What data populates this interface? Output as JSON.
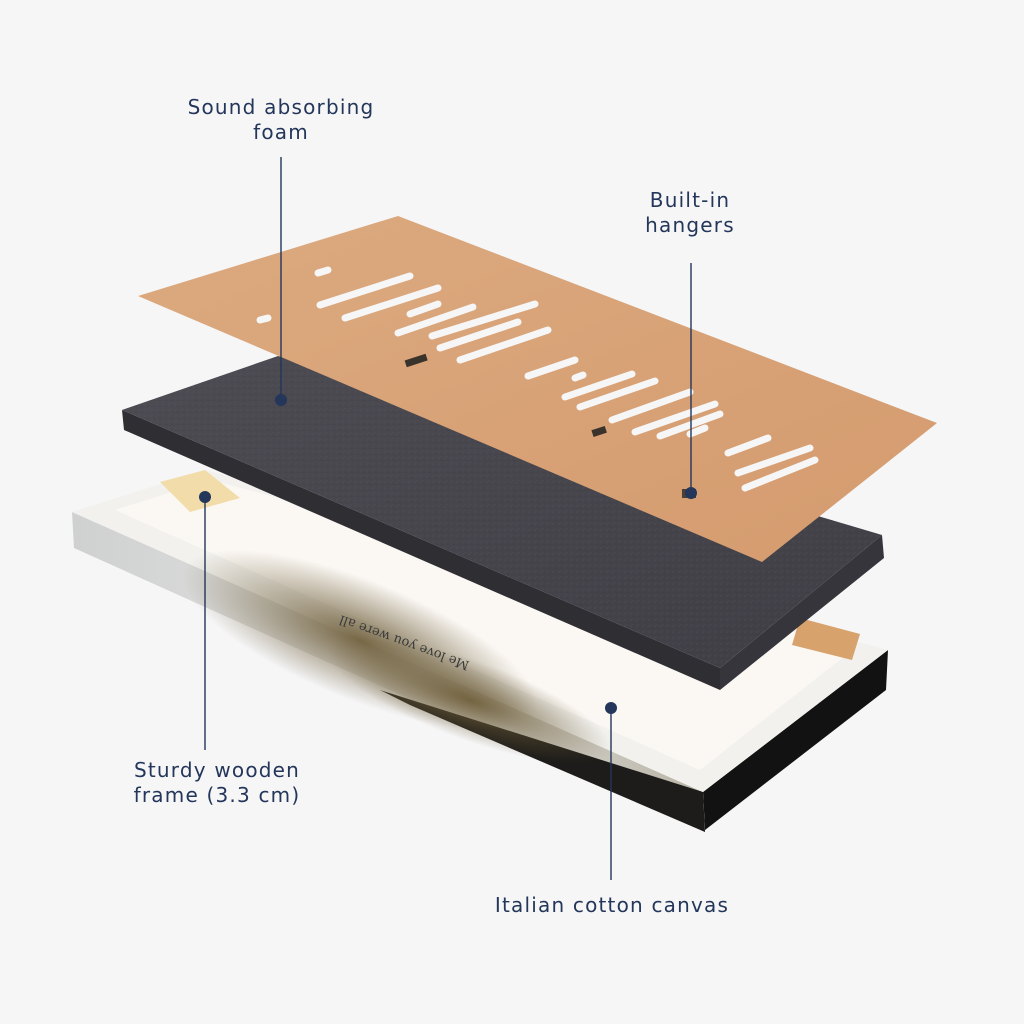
{
  "callouts": {
    "foam": {
      "line1": "Sound absorbing",
      "line2": "foam"
    },
    "hangers": {
      "line1": "Built-in",
      "line2": "hangers"
    },
    "frame": {
      "line1": "Sturdy wooden",
      "line2": "frame (3.3 cm)"
    },
    "canvas": {
      "line1": "Italian cotton canvas"
    }
  },
  "canvas_print_text": "Me love you were all",
  "colors": {
    "background": "#f6f6f7",
    "label_text": "#24365a",
    "callout_line": "#24365a",
    "kraft_board": "#d9a378",
    "foam": "#4a4950",
    "frame_black": "#151515",
    "wood": "#d8a26c",
    "gold_speckle": "#b8904a"
  },
  "icons": [
    "callout-dot-foam",
    "callout-dot-hangers",
    "callout-dot-frame",
    "callout-dot-canvas"
  ]
}
